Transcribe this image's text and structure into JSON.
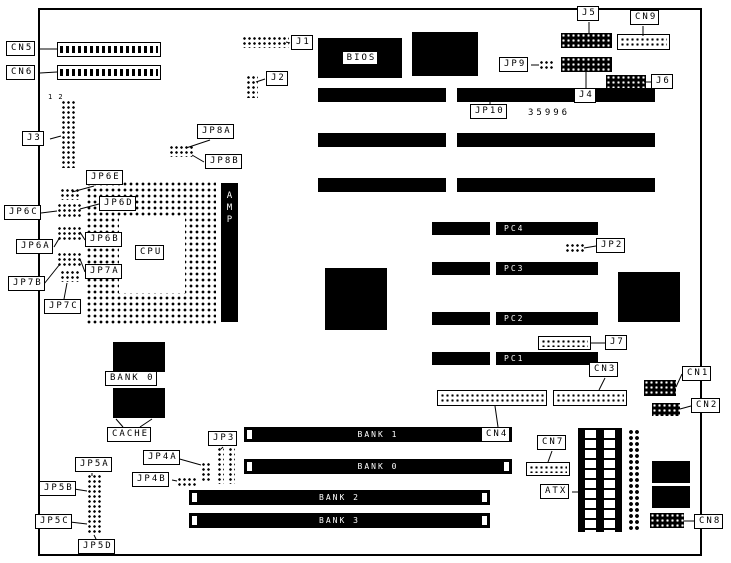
{
  "diagram": {
    "type": "motherboard-layout",
    "board_number": "35996",
    "pin1_label": "1 2",
    "labels": {
      "cn5": "CN5",
      "cn6": "CN6",
      "j1": "J1",
      "j2": "J2",
      "j3": "J3",
      "j5": "J5",
      "cn9": "CN9",
      "jp9": "JP9",
      "j4": "J4",
      "j6": "J6",
      "jp10": "JP10",
      "jp8a": "JP8A",
      "jp8b": "JP8B",
      "jp6e": "JP6E",
      "jp6d": "JP6D",
      "jp6c": "JP6C",
      "jp6b": "JP6B",
      "jp6a": "JP6A",
      "jp7a": "JP7A",
      "jp7b": "JP7B",
      "jp7c": "JP7C",
      "cpu": "CPU",
      "jp2": "JP2",
      "j7": "J7",
      "cn3": "CN3",
      "cn1": "CN1",
      "cn2": "CN2",
      "bank0_cache": "BANK 0",
      "cache": "CACHE",
      "jp3": "JP3",
      "cn4": "CN4",
      "cn7": "CN7",
      "jp4a": "JP4A",
      "jp4b": "JP4B",
      "jp5a": "JP5A",
      "jp5b": "JP5B",
      "jp5c": "JP5C",
      "jp5d": "JP5D",
      "atx": "ATX",
      "cn8": "CN8"
    },
    "chips": {
      "bios": "BIOS",
      "amp": "AMP"
    },
    "slots": {
      "pc1": "PC1",
      "pc2": "PC2",
      "pc3": "PC3",
      "pc4": "PC4",
      "bank1": "BANK 1",
      "bank0": "BANK 0",
      "bank2": "BANK 2",
      "bank3": "BANK 3"
    }
  }
}
